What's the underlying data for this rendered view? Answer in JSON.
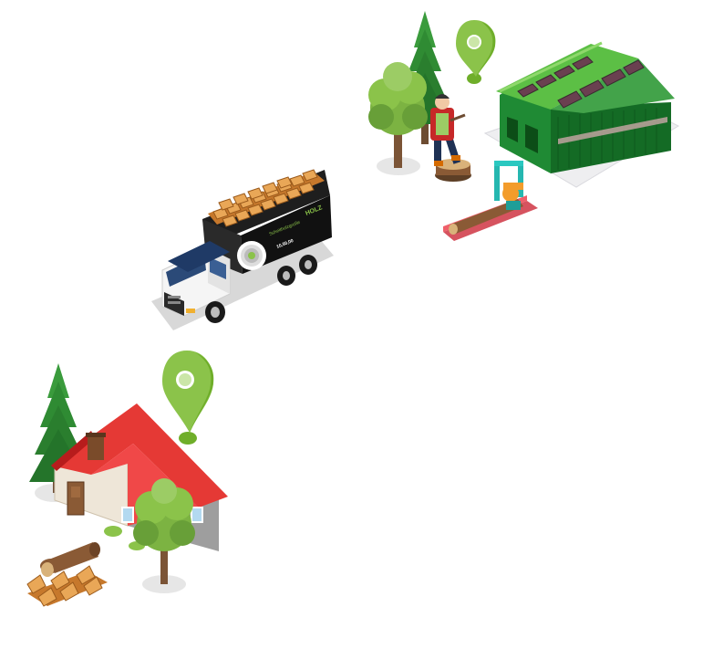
{
  "truck": {
    "side_text_top": "Scheitholzgroße",
    "side_text_mid": "",
    "side_text_num": "10,50,00",
    "logo_text": "HOLZ"
  },
  "colors": {
    "marker_green": "#8bc34a",
    "marker_green_dark": "#5e9a1f",
    "roof_red": "#e53935",
    "roof_red_dark": "#b71c1c",
    "sawmill_green": "#4caf50",
    "sawmill_green_dark": "#1b7a2a",
    "tree_green": "#7cb342",
    "pine_green": "#2e7d32",
    "wood_orange": "#e8a04c",
    "truck_dark": "#1c1c1c"
  },
  "icons": {
    "location_markers": [
      "location-marker-icon",
      "location-marker-icon"
    ]
  }
}
